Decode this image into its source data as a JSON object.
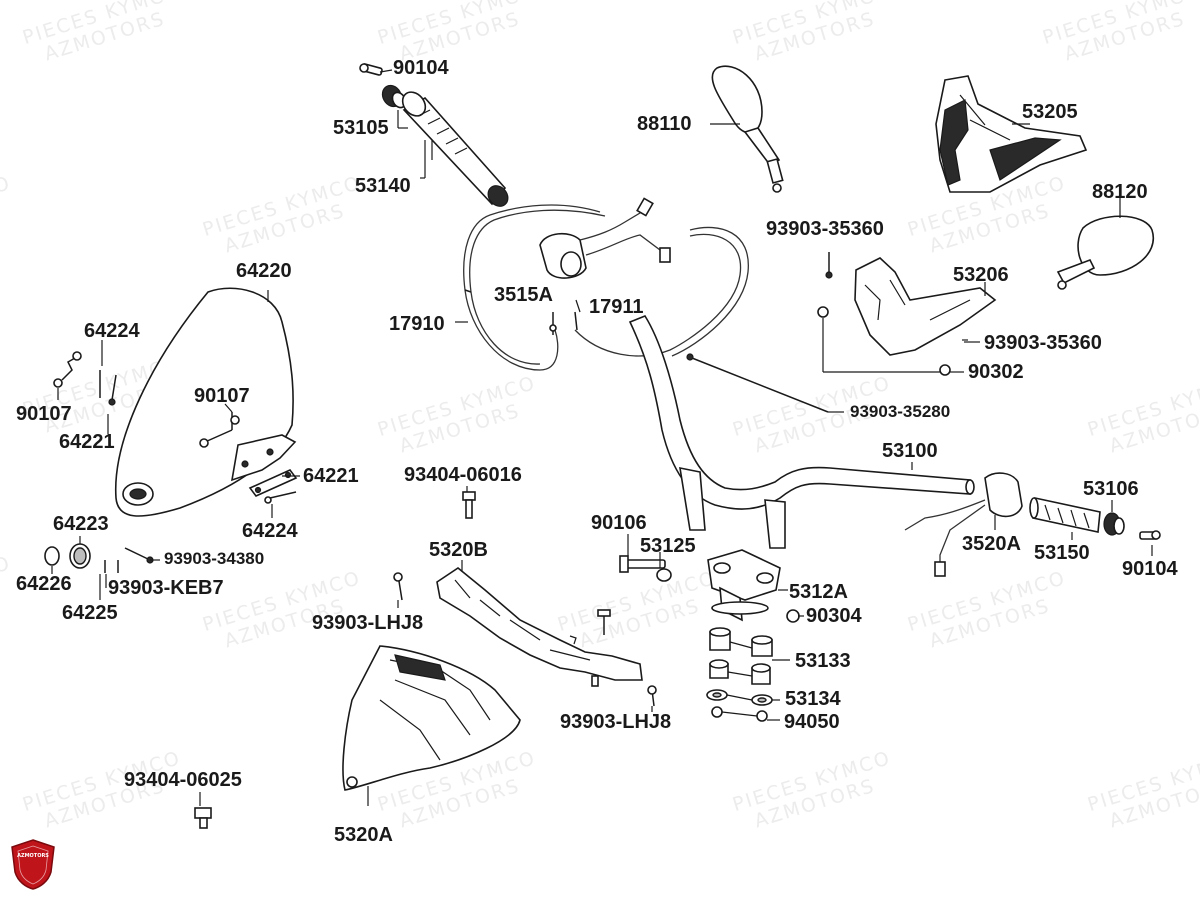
{
  "watermark": {
    "line1": "PIECES KYMCO",
    "line2": "AZMOTORS"
  },
  "logo": {
    "text": "AZMOTORS",
    "color": "#c0141b"
  },
  "parts": {
    "p90104a": "90104",
    "p53105": "53105",
    "p53140": "53140",
    "p88110": "88110",
    "p53205": "53205",
    "p88120": "88120",
    "p93903_35360a": "93903-35360",
    "p53206": "53206",
    "p93903_35360b": "93903-35360",
    "p90302": "90302",
    "p93903_35280": "93903-35280",
    "p3515A": "3515A",
    "p17911": "17911",
    "p17910": "17910",
    "p64220": "64220",
    "p64224a": "64224",
    "p90107a": "90107",
    "p90107b": "90107",
    "p64221a": "64221",
    "p64221b": "64221",
    "p64224b": "64224",
    "p64223": "64223",
    "p93903_34380": "93903-34380",
    "p64226": "64226",
    "p93903_KEB7": "93903-KEB7",
    "p64225": "64225",
    "p93404_06016": "93404-06016",
    "p5320B": "5320B",
    "p93903_LHJ8a": "93903-LHJ8",
    "p93903_LHJ8b": "93903-LHJ8",
    "p53100": "53100",
    "p53106": "53106",
    "p3520A": "3520A",
    "p53150": "53150",
    "p90104b": "90104",
    "p90106": "90106",
    "p53125": "53125",
    "p5312A": "5312A",
    "p90304": "90304",
    "p53133": "53133",
    "p53134": "53134",
    "p94050": "94050",
    "p93404_06025": "93404-06025",
    "p5320A": "5320A"
  }
}
